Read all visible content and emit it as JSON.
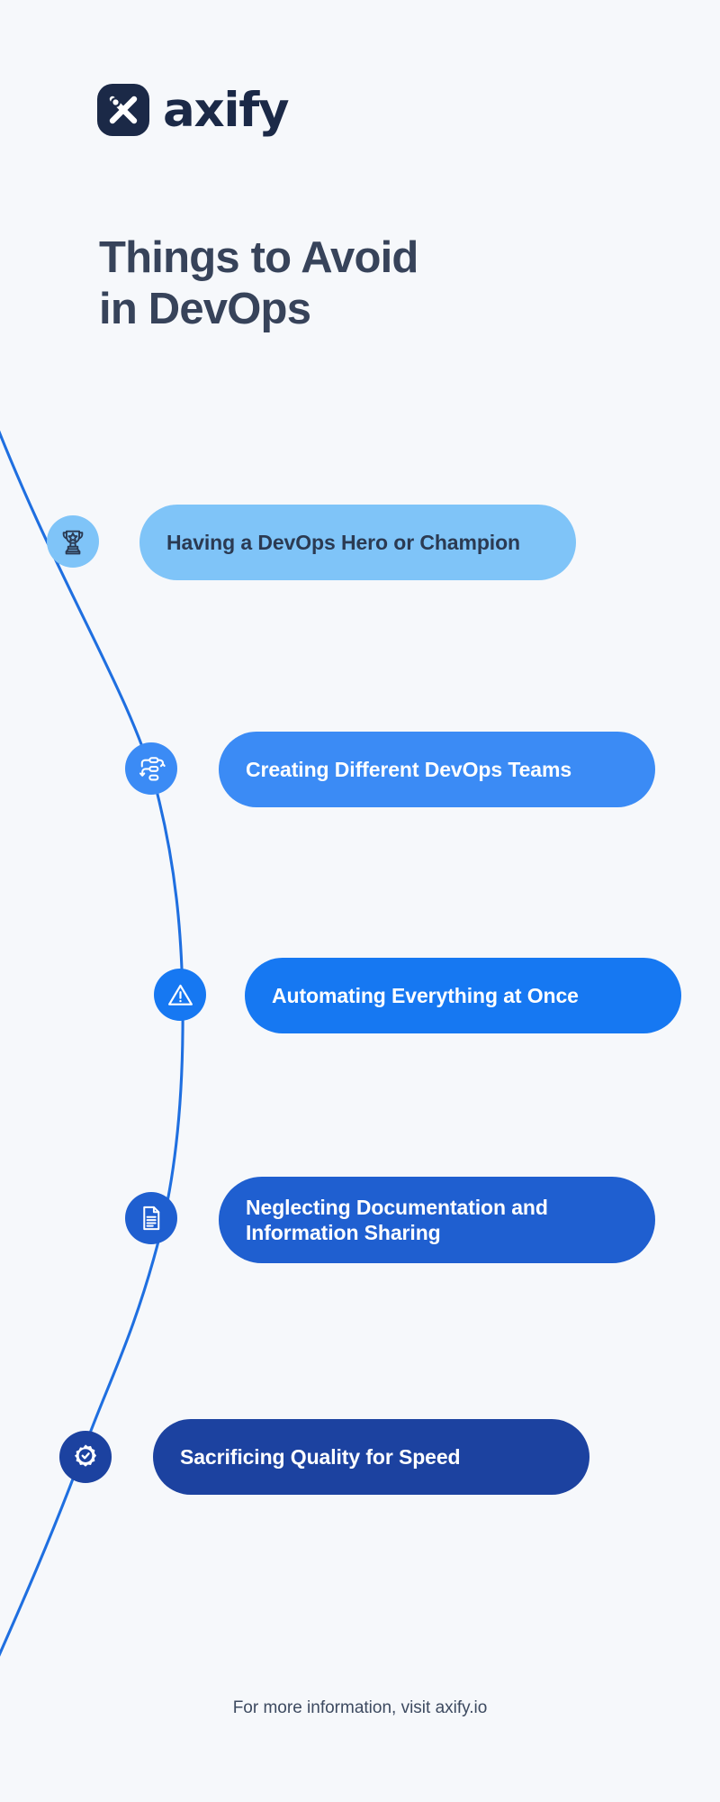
{
  "brand": {
    "logo_icon": "axify-x-logo-icon",
    "name": "axify"
  },
  "header": {
    "title": "Things to Avoid\nin DevOps"
  },
  "colors": {
    "background": "#f6f8fb",
    "title_text": "#37435a",
    "logo_navy": "#1b2947",
    "curve_line": "#1f6fe0",
    "footer_text": "#3d4a60"
  },
  "timeline": {
    "items": [
      {
        "label": "Having a DevOps Hero or Champion",
        "icon": "trophy-star-icon",
        "pill_color": "#7fc4f8",
        "circle_color": "#7fc4f8",
        "text_color": "#2b3a52",
        "icon_color": "#2b3a52"
      },
      {
        "label": "Creating Different DevOps Teams",
        "icon": "team-workflow-icon",
        "pill_color": "#3b8bf5",
        "circle_color": "#3b8bf5",
        "text_color": "#ffffff",
        "icon_color": "#ffffff"
      },
      {
        "label": "Automating Everything at Once",
        "icon": "warning-triangle-icon",
        "pill_color": "#1678f2",
        "circle_color": "#1678f2",
        "text_color": "#ffffff",
        "icon_color": "#ffffff"
      },
      {
        "label": "Neglecting Documentation and\nInformation Sharing",
        "icon": "document-icon",
        "pill_color": "#1f5fd0",
        "circle_color": "#1f5fd0",
        "text_color": "#ffffff",
        "icon_color": "#ffffff"
      },
      {
        "label": "Sacrificing Quality for Speed",
        "icon": "verified-badge-check-icon",
        "pill_color": "#1c42a0",
        "circle_color": "#1c42a0",
        "text_color": "#ffffff",
        "icon_color": "#ffffff"
      }
    ]
  },
  "footer": {
    "text": "For more information, visit axify.io"
  }
}
